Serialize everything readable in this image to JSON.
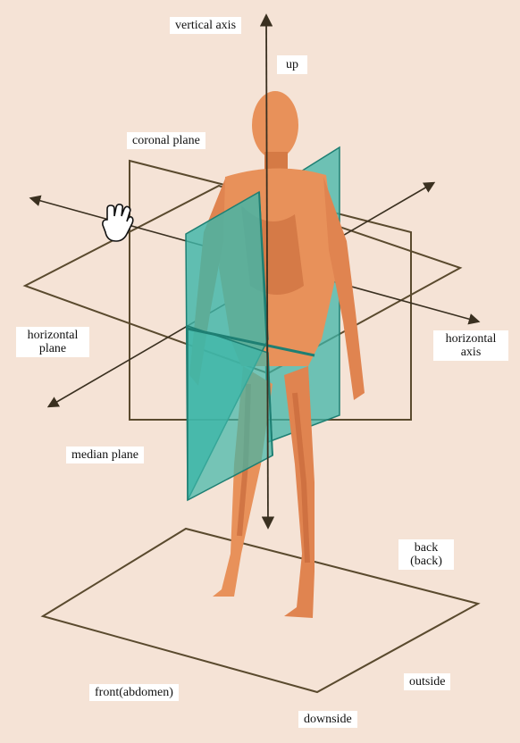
{
  "labels": {
    "vertical_axis": "vertical axis",
    "up": "up",
    "coronal_plane": "coronal plane",
    "horizontal_plane_line1": "horizontal",
    "horizontal_plane_line2": "plane",
    "horizontal_axis_line1": "horizontal",
    "horizontal_axis_line2": "axis",
    "median_plane": "median plane",
    "back_line1": "back",
    "back_line2": "(back)",
    "front": "front(abdomen)",
    "outside": "outside",
    "downside": "downside"
  },
  "icons": {
    "cursor": "hand-pointer-icon"
  },
  "colors": {
    "background": "#f5e3d6",
    "plane_lines": "#5a4a2e",
    "median_plane_fill": "#3fb6a8",
    "body_skin": "#e8915a",
    "body_shadow": "#c86a3a",
    "label_bg": "#ffffff"
  }
}
